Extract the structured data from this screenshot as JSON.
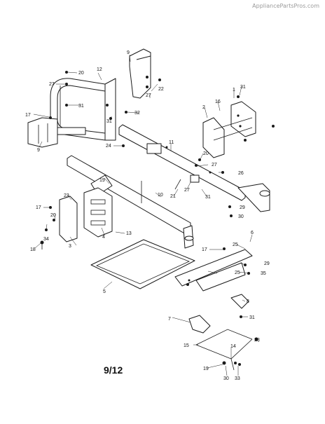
{
  "watermark": "AppliancePartsPros.com",
  "page_number": "9/12",
  "callouts": [
    {
      "id": "c9a",
      "text": "9"
    },
    {
      "id": "c20a",
      "text": "20"
    },
    {
      "id": "c12",
      "text": "12"
    },
    {
      "id": "c27a",
      "text": "27"
    },
    {
      "id": "c22",
      "text": "22"
    },
    {
      "id": "c27b",
      "text": "27"
    },
    {
      "id": "c31a",
      "text": "31"
    },
    {
      "id": "c32",
      "text": "32"
    },
    {
      "id": "c31b",
      "text": "31"
    },
    {
      "id": "c17a",
      "text": "17"
    },
    {
      "id": "c9b",
      "text": "9"
    },
    {
      "id": "c1",
      "text": "1"
    },
    {
      "id": "c31c",
      "text": "31"
    },
    {
      "id": "c2",
      "text": "2"
    },
    {
      "id": "c16",
      "text": "16"
    },
    {
      "id": "c24",
      "text": "24"
    },
    {
      "id": "c11",
      "text": "11"
    },
    {
      "id": "c20b",
      "text": "20"
    },
    {
      "id": "c27c",
      "text": "27"
    },
    {
      "id": "c26",
      "text": "26"
    },
    {
      "id": "c19",
      "text": "19"
    },
    {
      "id": "c10",
      "text": "10"
    },
    {
      "id": "c21",
      "text": "21"
    },
    {
      "id": "c27d",
      "text": "27"
    },
    {
      "id": "c31d",
      "text": "31"
    },
    {
      "id": "c29a",
      "text": "29"
    },
    {
      "id": "c30a",
      "text": "30"
    },
    {
      "id": "c23",
      "text": "23"
    },
    {
      "id": "c17b",
      "text": "17"
    },
    {
      "id": "c20c",
      "text": "20"
    },
    {
      "id": "c34",
      "text": "34"
    },
    {
      "id": "c3",
      "text": "3"
    },
    {
      "id": "c18",
      "text": "18"
    },
    {
      "id": "c4",
      "text": "4"
    },
    {
      "id": "c13",
      "text": "13"
    },
    {
      "id": "c6",
      "text": "6"
    },
    {
      "id": "c17c",
      "text": "17"
    },
    {
      "id": "c25a",
      "text": "25"
    },
    {
      "id": "c29b",
      "text": "29"
    },
    {
      "id": "c25b",
      "text": "25"
    },
    {
      "id": "c35",
      "text": "35"
    },
    {
      "id": "c5",
      "text": "5"
    },
    {
      "id": "c8",
      "text": "8"
    },
    {
      "id": "c7",
      "text": "7"
    },
    {
      "id": "c31e",
      "text": "31"
    },
    {
      "id": "c28",
      "text": "28"
    },
    {
      "id": "c15",
      "text": "15"
    },
    {
      "id": "c14",
      "text": "14"
    },
    {
      "id": "c19b",
      "text": "19"
    },
    {
      "id": "c30b",
      "text": "30"
    },
    {
      "id": "c33",
      "text": "33"
    }
  ]
}
